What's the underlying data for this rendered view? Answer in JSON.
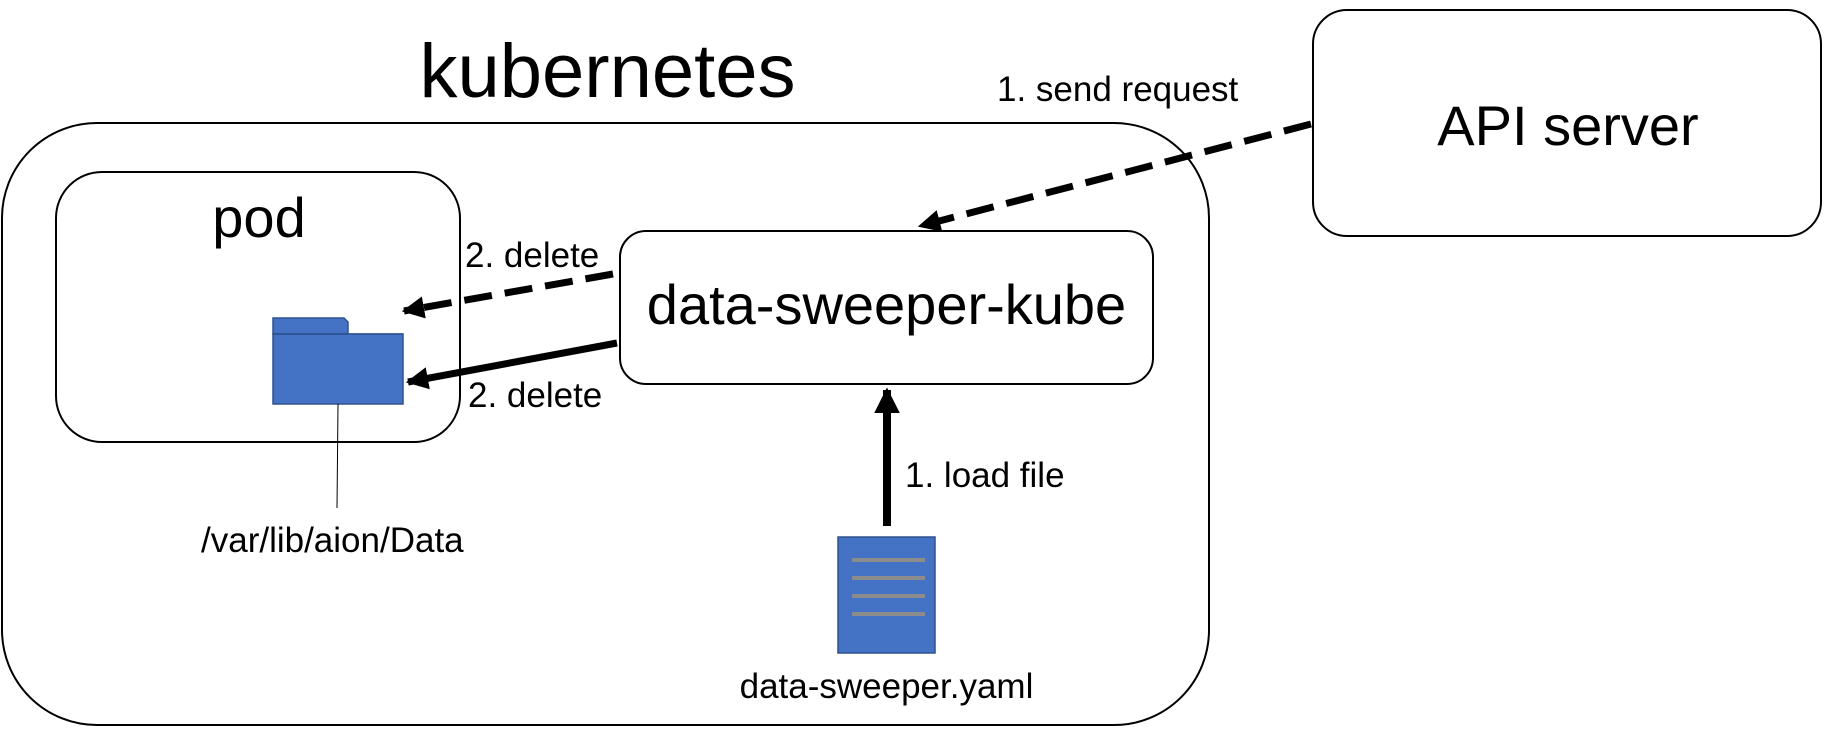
{
  "nodes": {
    "kubernetes": {
      "label": "kubernetes"
    },
    "api_server": {
      "label": "API server"
    },
    "pod": {
      "label": "pod"
    },
    "data_sweeper_kube": {
      "label": "data-sweeper-kube"
    },
    "data_dir": {
      "label": "/var/lib/aion/Data",
      "icon": "folder-icon",
      "color": "#4472C4"
    },
    "config_file": {
      "label": "data-sweeper.yaml",
      "icon": "document-icon",
      "color": "#4472C4"
    }
  },
  "edges": {
    "send_request": {
      "label": "1. send request",
      "from": "API server",
      "to": "data-sweeper-kube",
      "style": "dashed"
    },
    "delete_dashed": {
      "label": "2. delete",
      "from": "data-sweeper-kube",
      "to": "pod",
      "style": "dashed"
    },
    "delete_solid": {
      "label": "2. delete",
      "from": "data-sweeper-kube",
      "to": "/var/lib/aion/Data",
      "style": "solid"
    },
    "load_file": {
      "label": "1. load file",
      "from": "data-sweeper.yaml",
      "to": "data-sweeper-kube",
      "style": "solid"
    }
  },
  "colors": {
    "stroke": "#000000",
    "icon_fill": "#4472C4",
    "icon_lines": "#8C8C8C"
  }
}
